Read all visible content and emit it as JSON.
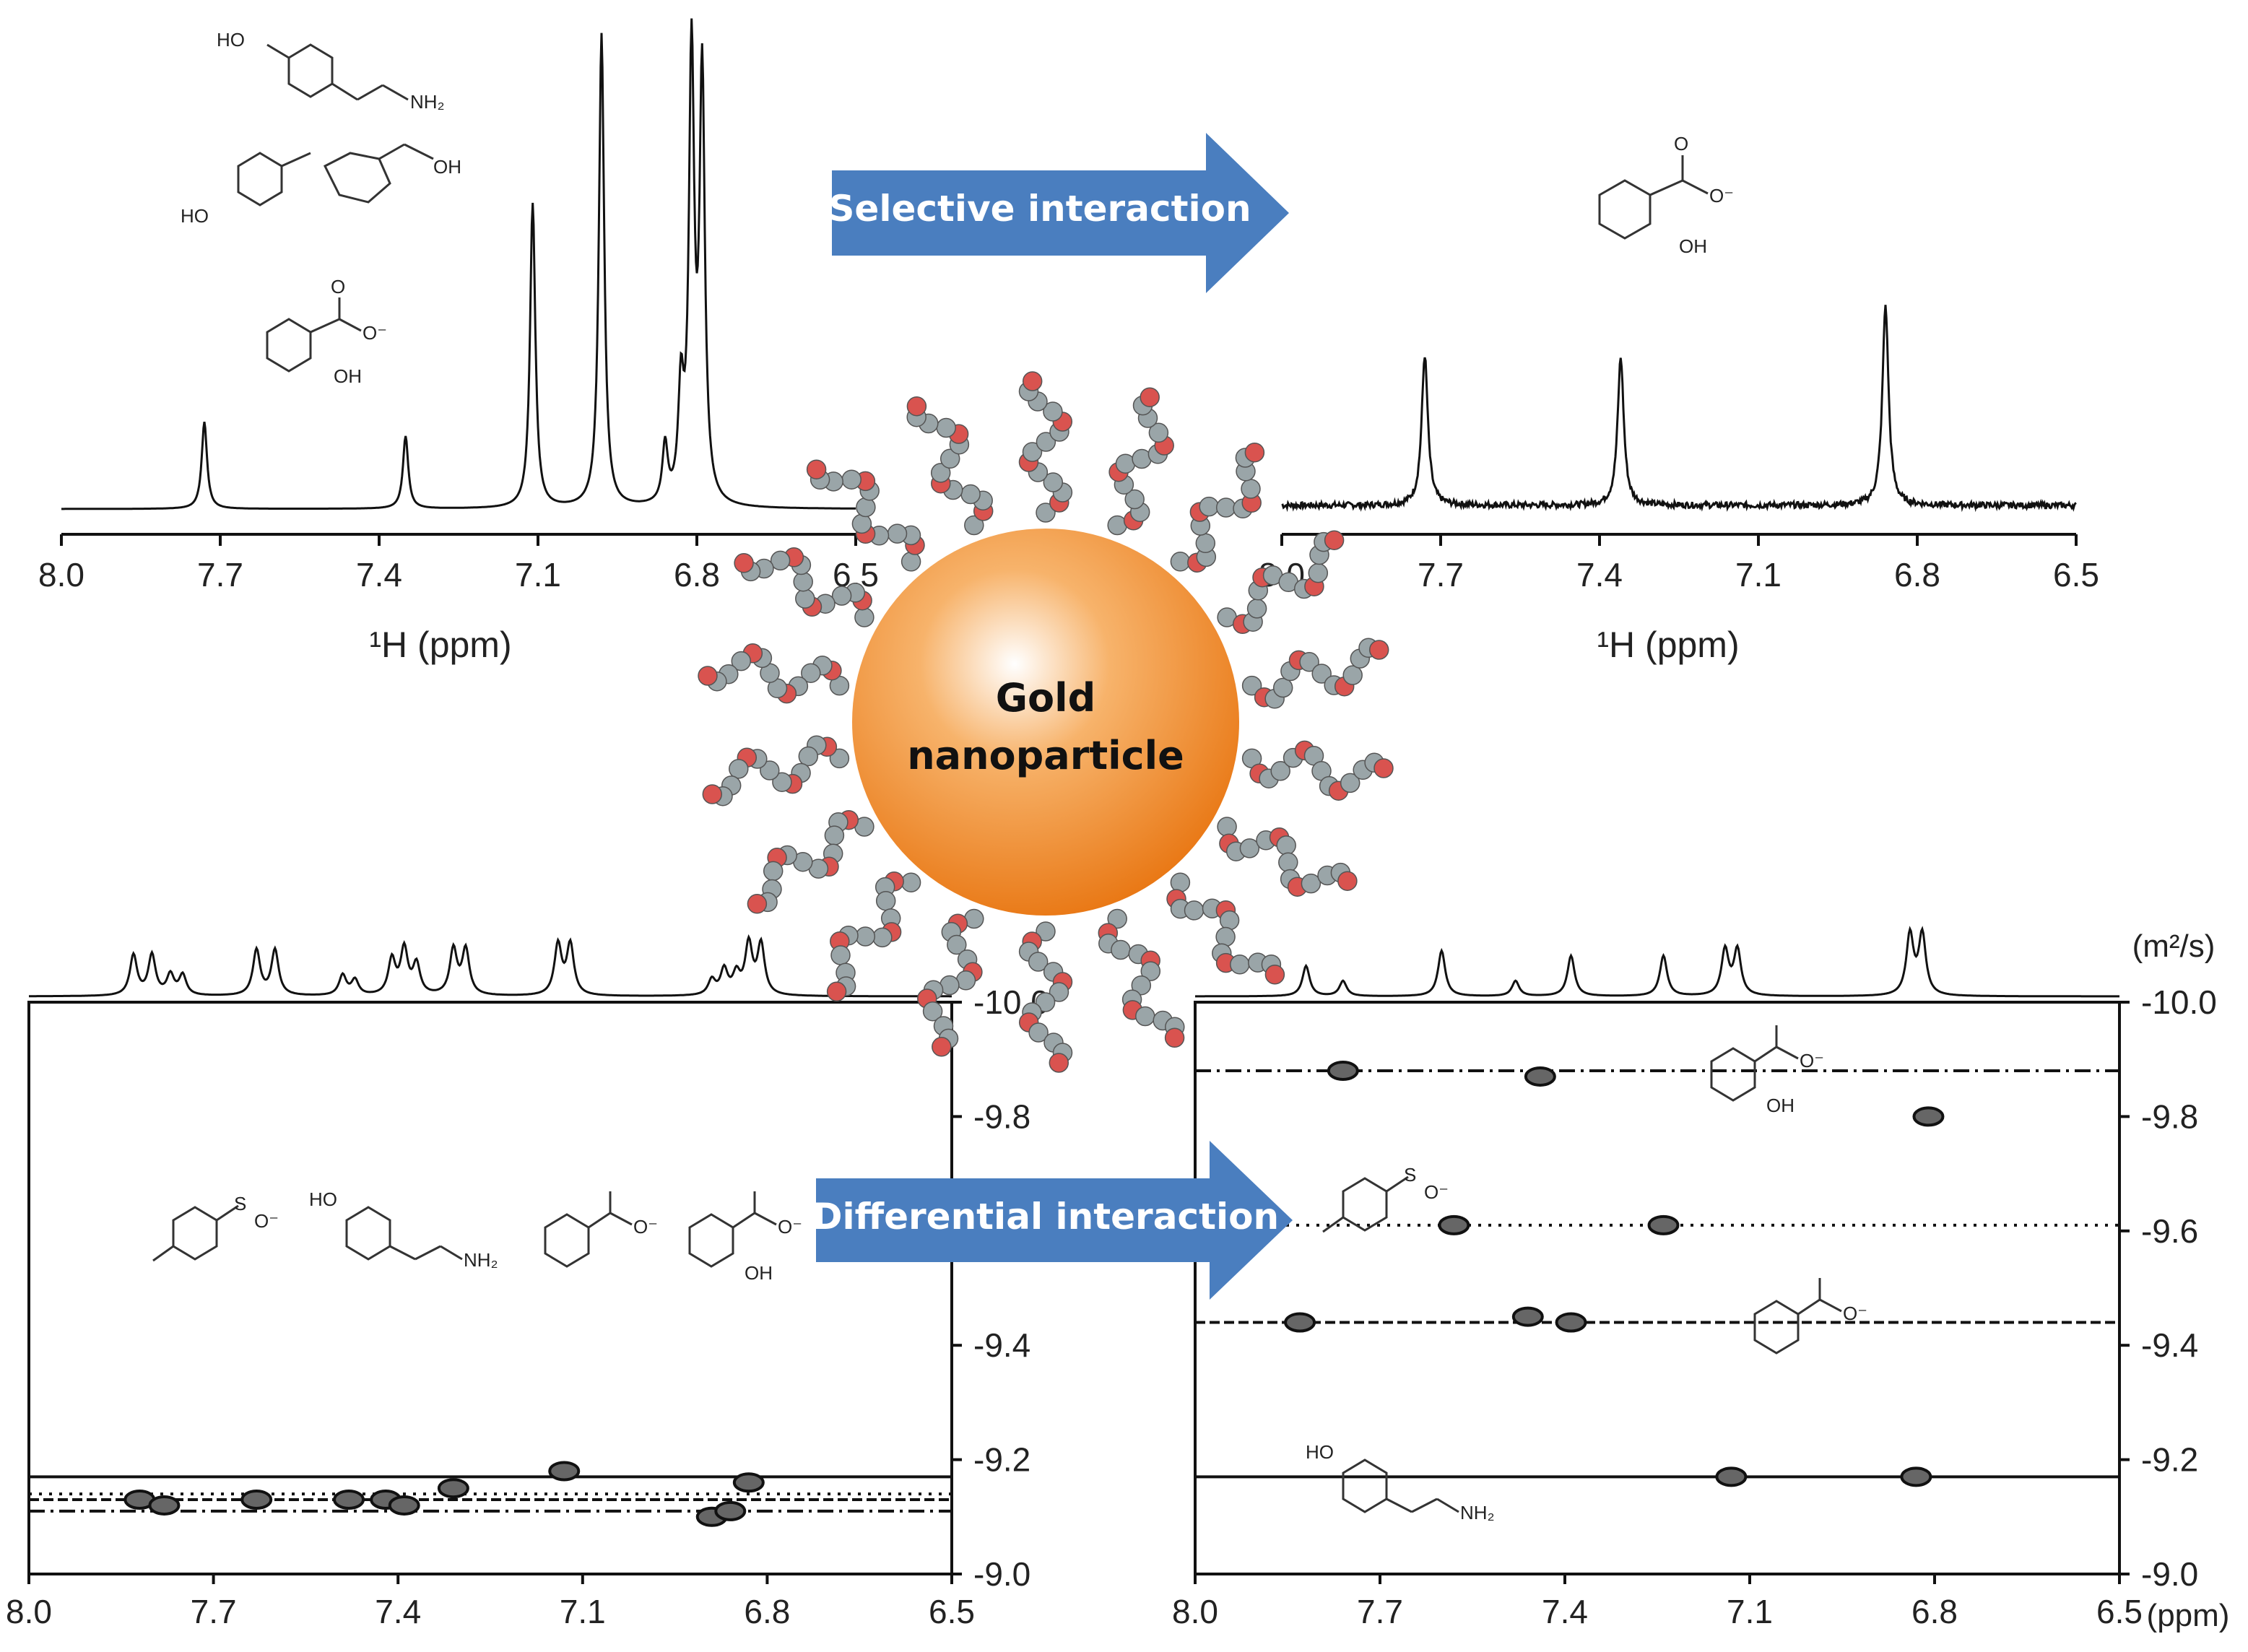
{
  "colors": {
    "arrow": "#4a7ebf",
    "gold_core": "#f08a1c",
    "gold_highlight": "#ffffff",
    "chain_grey": "#9aa5a8",
    "chain_red": "#d9534f",
    "spectrum": "#111111"
  },
  "labels": {
    "selective_arrow": "Selective interaction",
    "differential_arrow": "Differential interaction",
    "nanoparticle_line1": "Gold",
    "nanoparticle_line2": "nanoparticle"
  },
  "molecules": {
    "ho": "HO",
    "nh2": "NH₂",
    "oh": "OH",
    "o_minus": "O⁻",
    "o": "O",
    "s": "S"
  },
  "chart_data": [
    {
      "type": "line",
      "panel": "top-left",
      "xlabel": "¹H (ppm)",
      "x_ticks": [
        "8.0",
        "7.7",
        "7.4",
        "7.1",
        "6.8",
        "6.5"
      ],
      "xlim": [
        8.0,
        6.5
      ],
      "x_reversed": true,
      "peaks": [
        {
          "ppm": 7.73,
          "height": 0.18
        },
        {
          "ppm": 7.35,
          "height": 0.15
        },
        {
          "ppm": 7.11,
          "height": 0.63
        },
        {
          "ppm": 6.98,
          "height": 0.98
        },
        {
          "ppm": 6.86,
          "height": 0.12
        },
        {
          "ppm": 6.83,
          "height": 0.22
        },
        {
          "ppm": 6.81,
          "height": 0.92
        },
        {
          "ppm": 6.79,
          "height": 0.88
        }
      ]
    },
    {
      "type": "line",
      "panel": "top-right",
      "xlabel": "¹H (ppm)",
      "x_ticks": [
        "8.0",
        "7.7",
        "7.4",
        "7.1",
        "6.8",
        "6.5"
      ],
      "xlim": [
        8.0,
        6.5
      ],
      "x_reversed": true,
      "peaks": [
        {
          "ppm": 7.73,
          "height": 0.63
        },
        {
          "ppm": 7.36,
          "height": 0.62
        },
        {
          "ppm": 6.86,
          "height": 0.84
        }
      ]
    },
    {
      "type": "scatter",
      "panel": "bottom-left",
      "subtype": "DOSY",
      "x_ticks": [
        "8.0",
        "7.7",
        "7.4",
        "7.1",
        "6.8",
        "6.5"
      ],
      "y_ticks": [
        "-10.0",
        "-9.8",
        "-9.6",
        "-9.4",
        "-9.2",
        "-9.0"
      ],
      "xlim": [
        8.0,
        6.5
      ],
      "ylim": [
        -10.0,
        -9.0
      ],
      "lines": [
        {
          "style": "solid",
          "y": -9.17
        },
        {
          "style": "dotted",
          "y": -9.14
        },
        {
          "style": "dashed",
          "y": -9.13
        },
        {
          "style": "dashdot",
          "y": -9.11
        }
      ],
      "points": [
        {
          "x": 7.82,
          "y": -9.13
        },
        {
          "x": 7.78,
          "y": -9.12
        },
        {
          "x": 7.63,
          "y": -9.13
        },
        {
          "x": 7.48,
          "y": -9.13
        },
        {
          "x": 7.42,
          "y": -9.13
        },
        {
          "x": 7.39,
          "y": -9.12
        },
        {
          "x": 7.31,
          "y": -9.15
        },
        {
          "x": 7.13,
          "y": -9.18
        },
        {
          "x": 6.89,
          "y": -9.1
        },
        {
          "x": 6.86,
          "y": -9.11
        },
        {
          "x": 6.83,
          "y": -9.16
        }
      ]
    },
    {
      "type": "scatter",
      "panel": "bottom-right",
      "subtype": "DOSY",
      "x_ticks": [
        "8.0",
        "7.7",
        "7.4",
        "7.1",
        "6.8",
        "6.5"
      ],
      "y_ticks": [
        "-10.0",
        "-9.8",
        "-9.6",
        "-9.4",
        "-9.2",
        "-9.0"
      ],
      "xlim": [
        8.0,
        6.5
      ],
      "ylim": [
        -10.0,
        -9.0
      ],
      "unit_y": "(m²/s)",
      "unit_x": "(ppm)",
      "lines": [
        {
          "style": "dashdot",
          "y": -9.88
        },
        {
          "style": "dotted",
          "y": -9.61
        },
        {
          "style": "dashed",
          "y": -9.44
        },
        {
          "style": "solid",
          "y": -9.17
        }
      ],
      "points": [
        {
          "x": 7.76,
          "y": -9.88
        },
        {
          "x": 7.44,
          "y": -9.87
        },
        {
          "x": 7.58,
          "y": -9.61
        },
        {
          "x": 7.24,
          "y": -9.61
        },
        {
          "x": 7.83,
          "y": -9.44
        },
        {
          "x": 7.46,
          "y": -9.45
        },
        {
          "x": 7.39,
          "y": -9.44
        },
        {
          "x": 7.13,
          "y": -9.17
        },
        {
          "x": 6.83,
          "y": -9.17
        },
        {
          "x": 6.81,
          "y": -9.8
        }
      ]
    }
  ]
}
